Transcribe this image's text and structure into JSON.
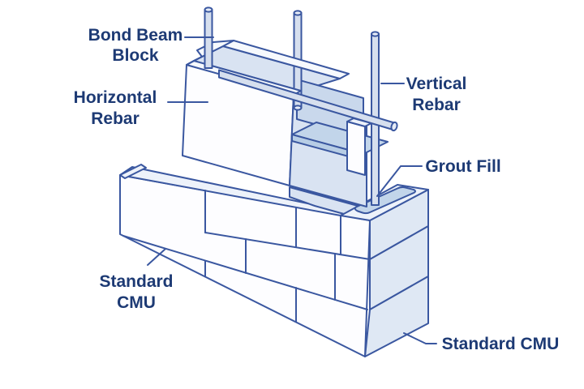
{
  "figure": {
    "labels": {
      "bond_beam_block": {
        "line1": "Bond Beam",
        "line2": "Block"
      },
      "horizontal_rebar": {
        "line1": "Horizontal",
        "line2": "Rebar"
      },
      "vertical_rebar": {
        "line1": "Vertical",
        "line2": "Rebar"
      },
      "grout_fill": {
        "text": "Grout Fill"
      },
      "standard_cmu_left": {
        "line1": "Standard",
        "line2": "CMU"
      },
      "standard_cmu_right": {
        "text": "Standard CMU"
      }
    },
    "parts": [
      "Bond Beam Block",
      "Horizontal Rebar",
      "Vertical Rebar",
      "Grout Fill",
      "Standard CMU"
    ],
    "colors": {
      "line": "#3a57a0",
      "label_text": "#1d3a74",
      "block_front": "#fdfdff",
      "block_top": "#edf2fa",
      "block_side": "#dfe8f4",
      "grout": "#c2d5ea",
      "grout_deep": "#b7cde5",
      "interior": "#d9e3f2",
      "interior_back": "#c9d8ec",
      "rebar": "#d6dfee",
      "rebar_cap": "#e6ecf7",
      "background": "#ffffff"
    }
  }
}
